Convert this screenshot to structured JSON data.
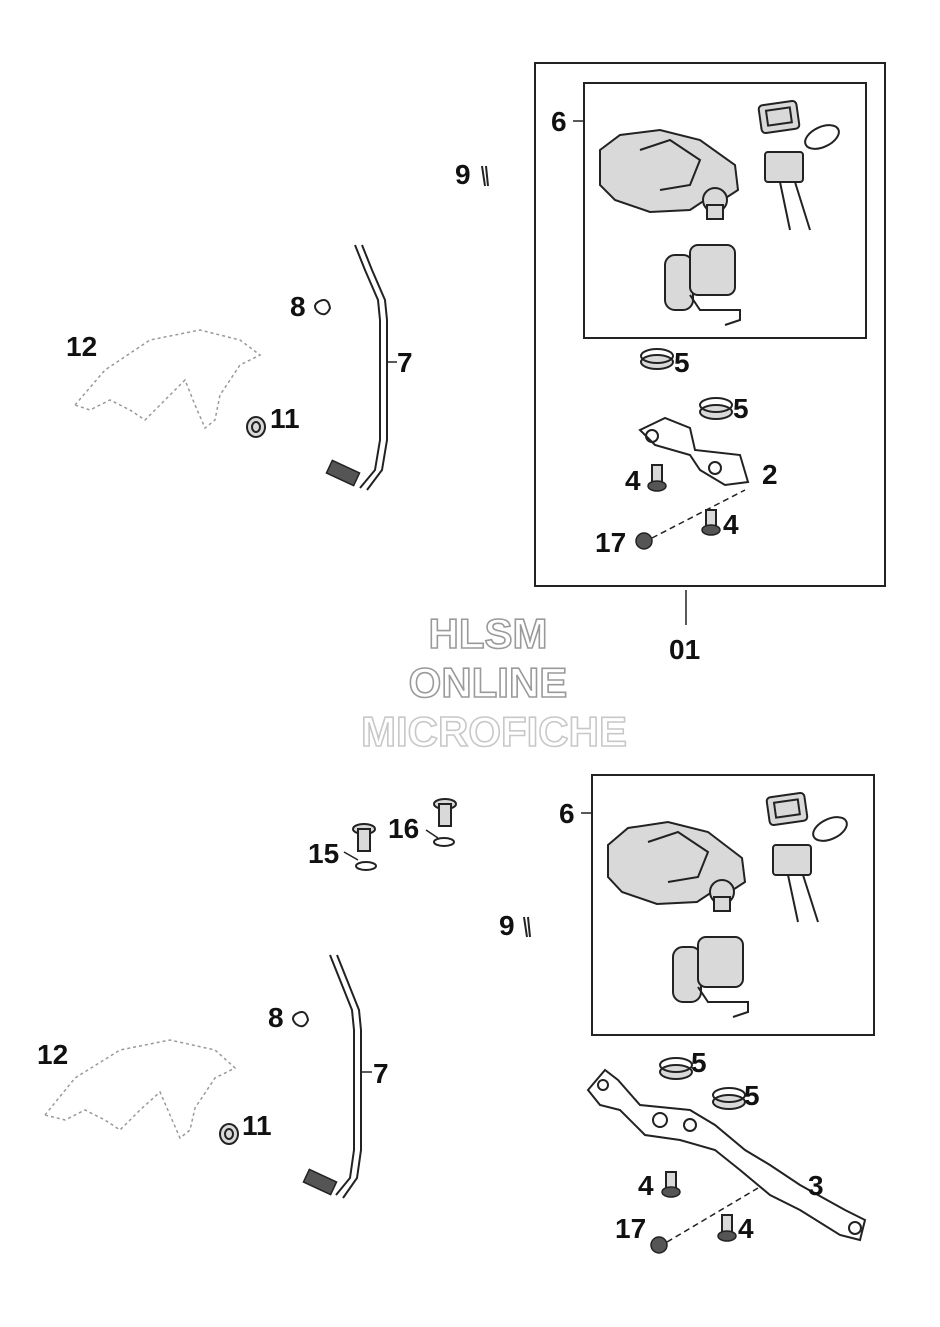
{
  "labels": {
    "n6a": "6",
    "n9a": "9",
    "n8a": "8",
    "n7a": "7",
    "n12a": "12",
    "n11a": "11",
    "n5a": "5",
    "n5b": "5",
    "n4a": "4",
    "n2": "2",
    "n17a": "17",
    "n4b": "4",
    "n01": "01",
    "n6b": "6",
    "n16": "16",
    "n15": "15",
    "n9b": "9",
    "n8b": "8",
    "n7b": "7",
    "n12b": "12",
    "n11b": "11",
    "n5c": "5",
    "n5d": "5",
    "n3": "3",
    "n4c": "4",
    "n17b": "17",
    "n4d": "4"
  },
  "watermark": {
    "line1": "HLSM",
    "line2": "ONLINE",
    "line3": "MICROFICHE"
  }
}
